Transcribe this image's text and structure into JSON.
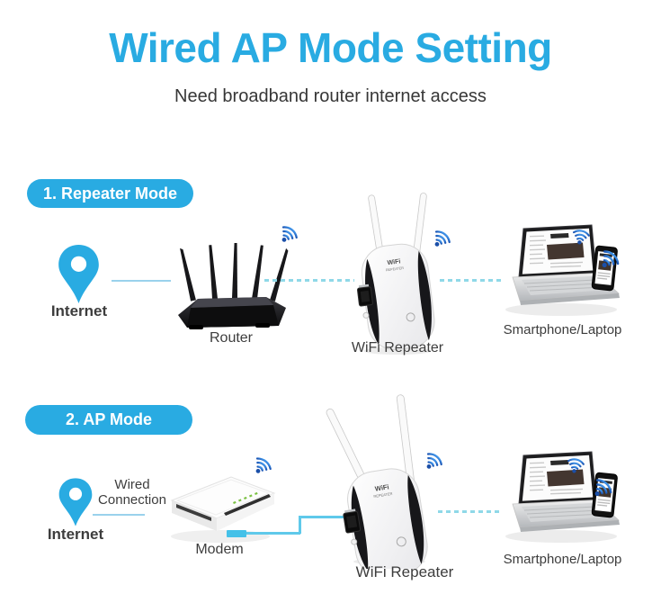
{
  "page": {
    "title": "Wired AP Mode Setting",
    "subtitle": "Need broadband router internet access"
  },
  "colors": {
    "accent": "#29abe2",
    "solid_line": "#9ad2ec",
    "dashed_line": "#8fd8e8",
    "ethernet_wire": "#5fc9ea",
    "wifi_icon_blue": "#2b72cc",
    "label_text": "#3d3d3d"
  },
  "icons": {
    "internet": "location-pin",
    "signal": "wifi-signal-arcs"
  },
  "device_print": {
    "brand_line1": "WiFi",
    "brand_line2": "REPEATER"
  },
  "sections": [
    {
      "badge": "1. Repeater Mode",
      "internet_label": "Internet",
      "router_label": "Router",
      "repeater_label": "WiFi Repeater",
      "client_label": "Smartphone/Laptop"
    },
    {
      "badge": "2. AP Mode",
      "internet_label": "Internet",
      "wired_connection_label": "Wired Connection",
      "modem_label": "Modem",
      "repeater_label": "WiFi Repeater",
      "client_label": "Smartphone/Laptop"
    }
  ]
}
